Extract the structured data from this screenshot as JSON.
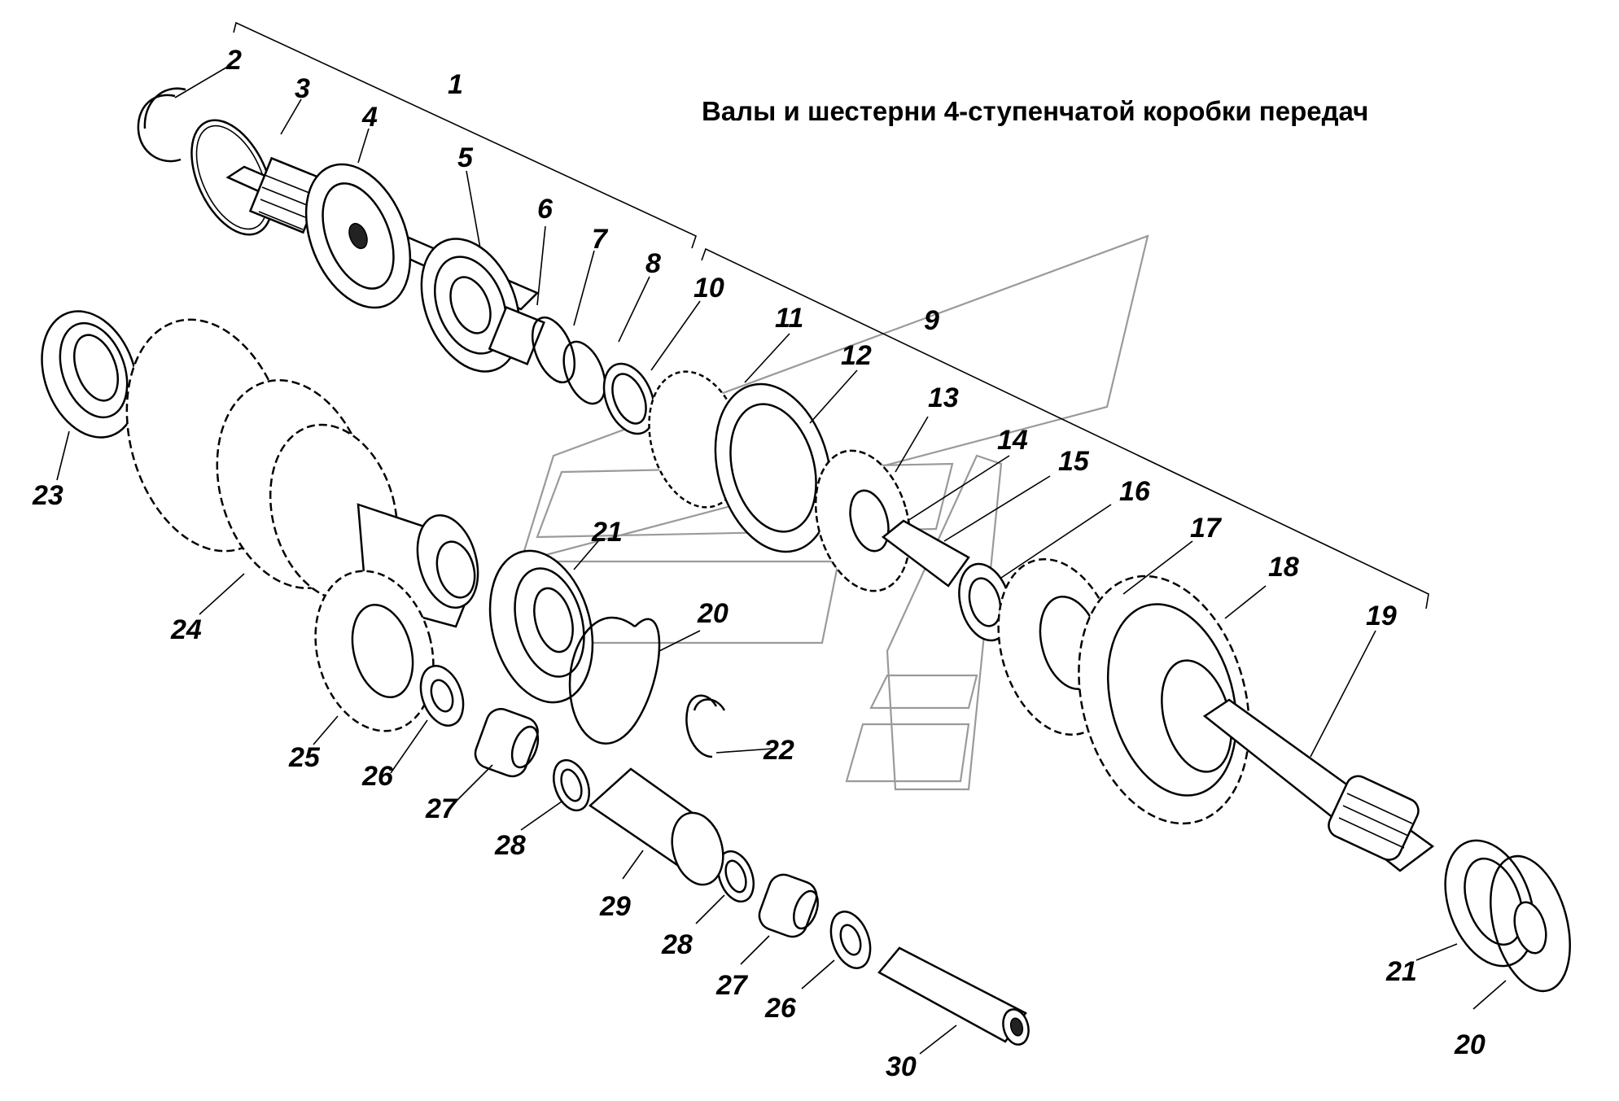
{
  "title": "Валы и шестерни 4-ступенчатой коробки передач",
  "callouts": [
    "1",
    "2",
    "3",
    "4",
    "5",
    "6",
    "7",
    "8",
    "9",
    "10",
    "11",
    "12",
    "13",
    "14",
    "15",
    "16",
    "17",
    "18",
    "19",
    "20",
    "20",
    "21",
    "21",
    "22",
    "23",
    "24",
    "25",
    "26",
    "26",
    "27",
    "27",
    "28",
    "28",
    "29",
    "30"
  ]
}
